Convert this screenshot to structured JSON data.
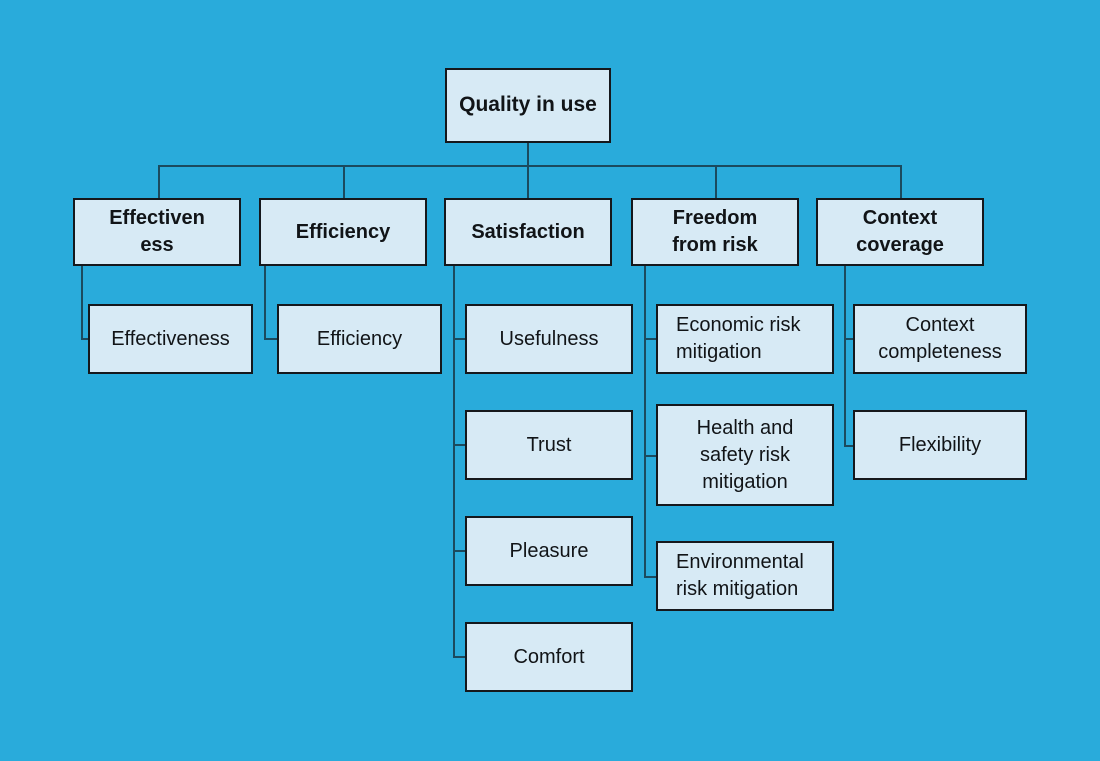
{
  "diagram": {
    "title": "Quality in use",
    "background_color": "#29abdb",
    "node_fill_color": "#d7eaf5",
    "node_border_color": "#15181c",
    "connector_color": "#1b4a5e",
    "root": {
      "label": "Quality in use"
    },
    "categories": [
      {
        "label": "Effectiven\ness",
        "plain_label": "Effectiveness",
        "subcharacteristics": [
          {
            "label": "Effectiveness",
            "align": "center"
          }
        ]
      },
      {
        "label": "Efficiency",
        "plain_label": "Efficiency",
        "subcharacteristics": [
          {
            "label": "Efficiency",
            "align": "center"
          }
        ]
      },
      {
        "label": "Satisfaction",
        "plain_label": "Satisfaction",
        "subcharacteristics": [
          {
            "label": "Usefulness",
            "align": "center"
          },
          {
            "label": "Trust",
            "align": "center"
          },
          {
            "label": "Pleasure",
            "align": "center"
          },
          {
            "label": "Comfort",
            "align": "center"
          }
        ]
      },
      {
        "label": "Freedom\nfrom risk",
        "plain_label": "Freedom from risk",
        "subcharacteristics": [
          {
            "label": "Economic risk\nmitigation",
            "align": "left"
          },
          {
            "label": "Health and\nsafety risk\nmitigation",
            "align": "center"
          },
          {
            "label": "Environmental\nrisk mitigation",
            "align": "left"
          }
        ]
      },
      {
        "label": "Context\ncoverage",
        "plain_label": "Context coverage",
        "subcharacteristics": [
          {
            "label": "Context\ncompleteness",
            "align": "center"
          },
          {
            "label": "Flexibility",
            "align": "center"
          }
        ]
      }
    ]
  }
}
